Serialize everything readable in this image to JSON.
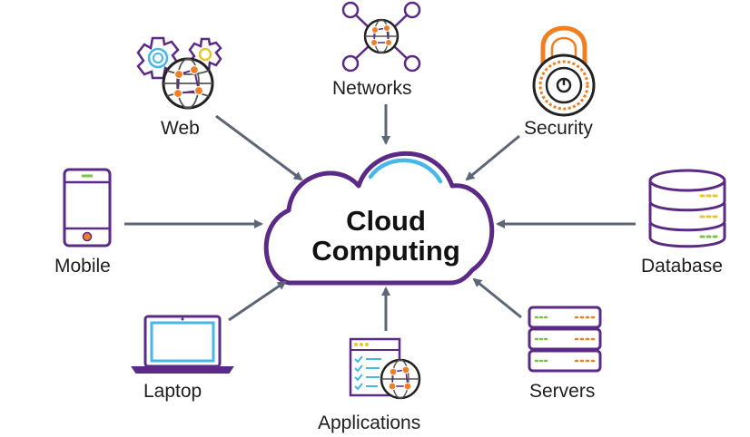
{
  "center": {
    "line1": "Cloud",
    "line2": "Computing"
  },
  "nodes": {
    "web": "Web",
    "networks": "Networks",
    "security": "Security",
    "mobile": "Mobile",
    "database": "Database",
    "laptop": "Laptop",
    "applications": "Applications",
    "servers": "Servers"
  },
  "colors": {
    "purple": "#5b2a86",
    "orange": "#f07f22",
    "blue": "#46b7e8",
    "arrow": "#5d6677",
    "yellow": "#e8c62e",
    "green": "#7fc24b"
  },
  "icons": [
    "gears-globe-icon",
    "network-globe-icon",
    "padlock-icon",
    "smartphone-icon",
    "database-icon",
    "laptop-icon",
    "applications-checklist-icon",
    "server-rack-icon",
    "cloud-icon",
    "arrow-icon"
  ]
}
